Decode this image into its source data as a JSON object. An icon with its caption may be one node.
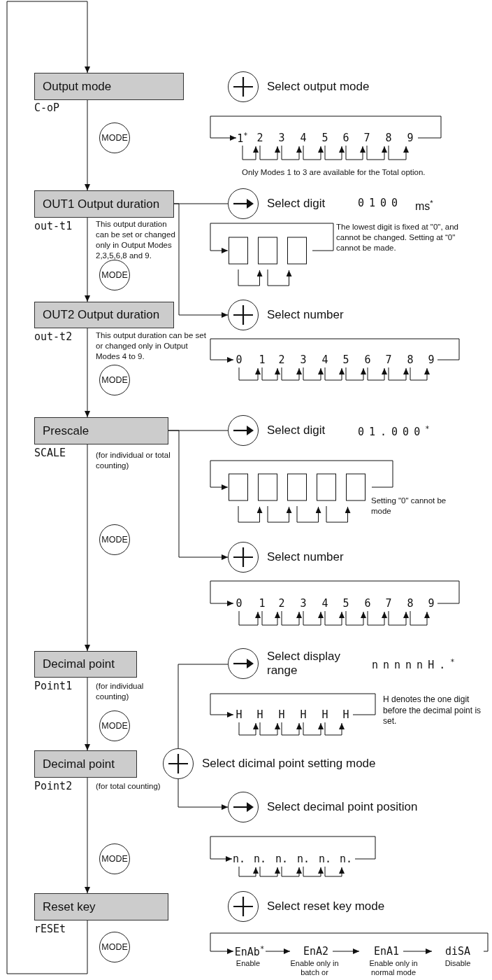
{
  "diagram": {
    "nodes": [
      {
        "text": [
          "Output mode"
        ],
        "beside": [
          "C-oP"
        ]
      },
      {
        "text": [
          "OUT1 Output duration"
        ],
        "beside": [
          "out-t1",
          "This output duration can be set or changed only in Output Modes 2,3,5,6,8 and 9."
        ]
      },
      {
        "text": [
          "OUT2 Output duration"
        ],
        "beside": [
          "out-t2",
          "This output duration can be set or changed only in Output Modes 4 to 9."
        ]
      },
      {
        "text": [
          "Prescale"
        ],
        "beside": [
          "SCALE",
          "(for individual or total counting)"
        ]
      },
      {
        "text": [
          "Decimal point"
        ],
        "beside": [
          "Point1",
          "(for individual counting)"
        ]
      },
      {
        "text": [
          "Decimal point"
        ],
        "beside": [
          "Point2",
          "(for total counting)"
        ]
      },
      {
        "text": [
          "Reset key"
        ],
        "beside": [
          "rESEt"
        ]
      },
      {
        "text": [
          "Select output mode"
        ]
      },
      {
        "text": [
          "Select digit"
        ]
      },
      {
        "text": [
          "Select number"
        ]
      },
      {
        "text": [
          "Select digit"
        ]
      },
      {
        "text": [
          "Select number"
        ]
      },
      {
        "text": [
          "Select display range"
        ]
      },
      {
        "text": [
          "Select dicimal point setting mode"
        ]
      },
      {
        "text": [
          "Select decimal point position"
        ]
      },
      {
        "text": [
          "Select reset key mode"
        ]
      }
    ],
    "edges": [
      {
        "from": 0,
        "to": 1,
        "arrow": "to",
        "label": "MODE"
      },
      {
        "from": 1,
        "to": 2,
        "arrow": "to",
        "label": "MODE"
      },
      {
        "from": 2,
        "to": 3,
        "arrow": "to",
        "label": "MODE"
      },
      {
        "from": 3,
        "to": 4,
        "arrow": "to",
        "label": "MODE"
      },
      {
        "from": 4,
        "to": 5,
        "arrow": "to",
        "label": "MODE"
      },
      {
        "from": 5,
        "to": 6,
        "arrow": "to",
        "label": "MODE"
      },
      {
        "from": 6,
        "to": 0,
        "arrow": "to",
        "label": "MODE"
      },
      {
        "from": 1,
        "to": 8,
        "arrow": "none"
      },
      {
        "from": 1,
        "to": 9,
        "arrow": "to"
      },
      {
        "from": 3,
        "to": 10,
        "arrow": "none"
      },
      {
        "from": 3,
        "to": 11,
        "arrow": "to"
      },
      {
        "from": 13,
        "to": 12,
        "arrow": "none"
      },
      {
        "from": 13,
        "to": 14,
        "arrow": "to"
      }
    ],
    "labels": [
      "1$^{*}$",
      "2",
      "3",
      "4",
      "5",
      "6",
      "7",
      "8",
      "9",
      "Only Modes 1 to 3 are available for the Total option.",
      "0100",
      "ms$^{*}$",
      "The lowest digit is fixed at \"0\", and cannot be changed. Setting at “0\" cannot be made.",
      "0",
      "1",
      "2",
      "3",
      "4",
      "5",
      "6",
      "7",
      "8",
      "9",
      "01.000$^{*}$",
      "Setting \"0\" cannot be mode",
      "0",
      "1",
      "2",
      "3",
      "4",
      "5",
      "6",
      "7",
      "8",
      "9",
      "nnnnnH.$^{*}$",
      "H",
      "H",
      "H",
      "H",
      "H",
      "H",
      "H denotes the one digit before the decimal point is set.",
      "n.",
      "n.",
      "n.",
      "n.",
      "n.",
      "n.",
      "EnAb$^{*}$",
      "EnA2",
      "EnA1",
      "diSA",
      "Enable",
      "Enable only in batch or",
      "Enable only in normal mode",
      "Disable"
    ]
  }
}
